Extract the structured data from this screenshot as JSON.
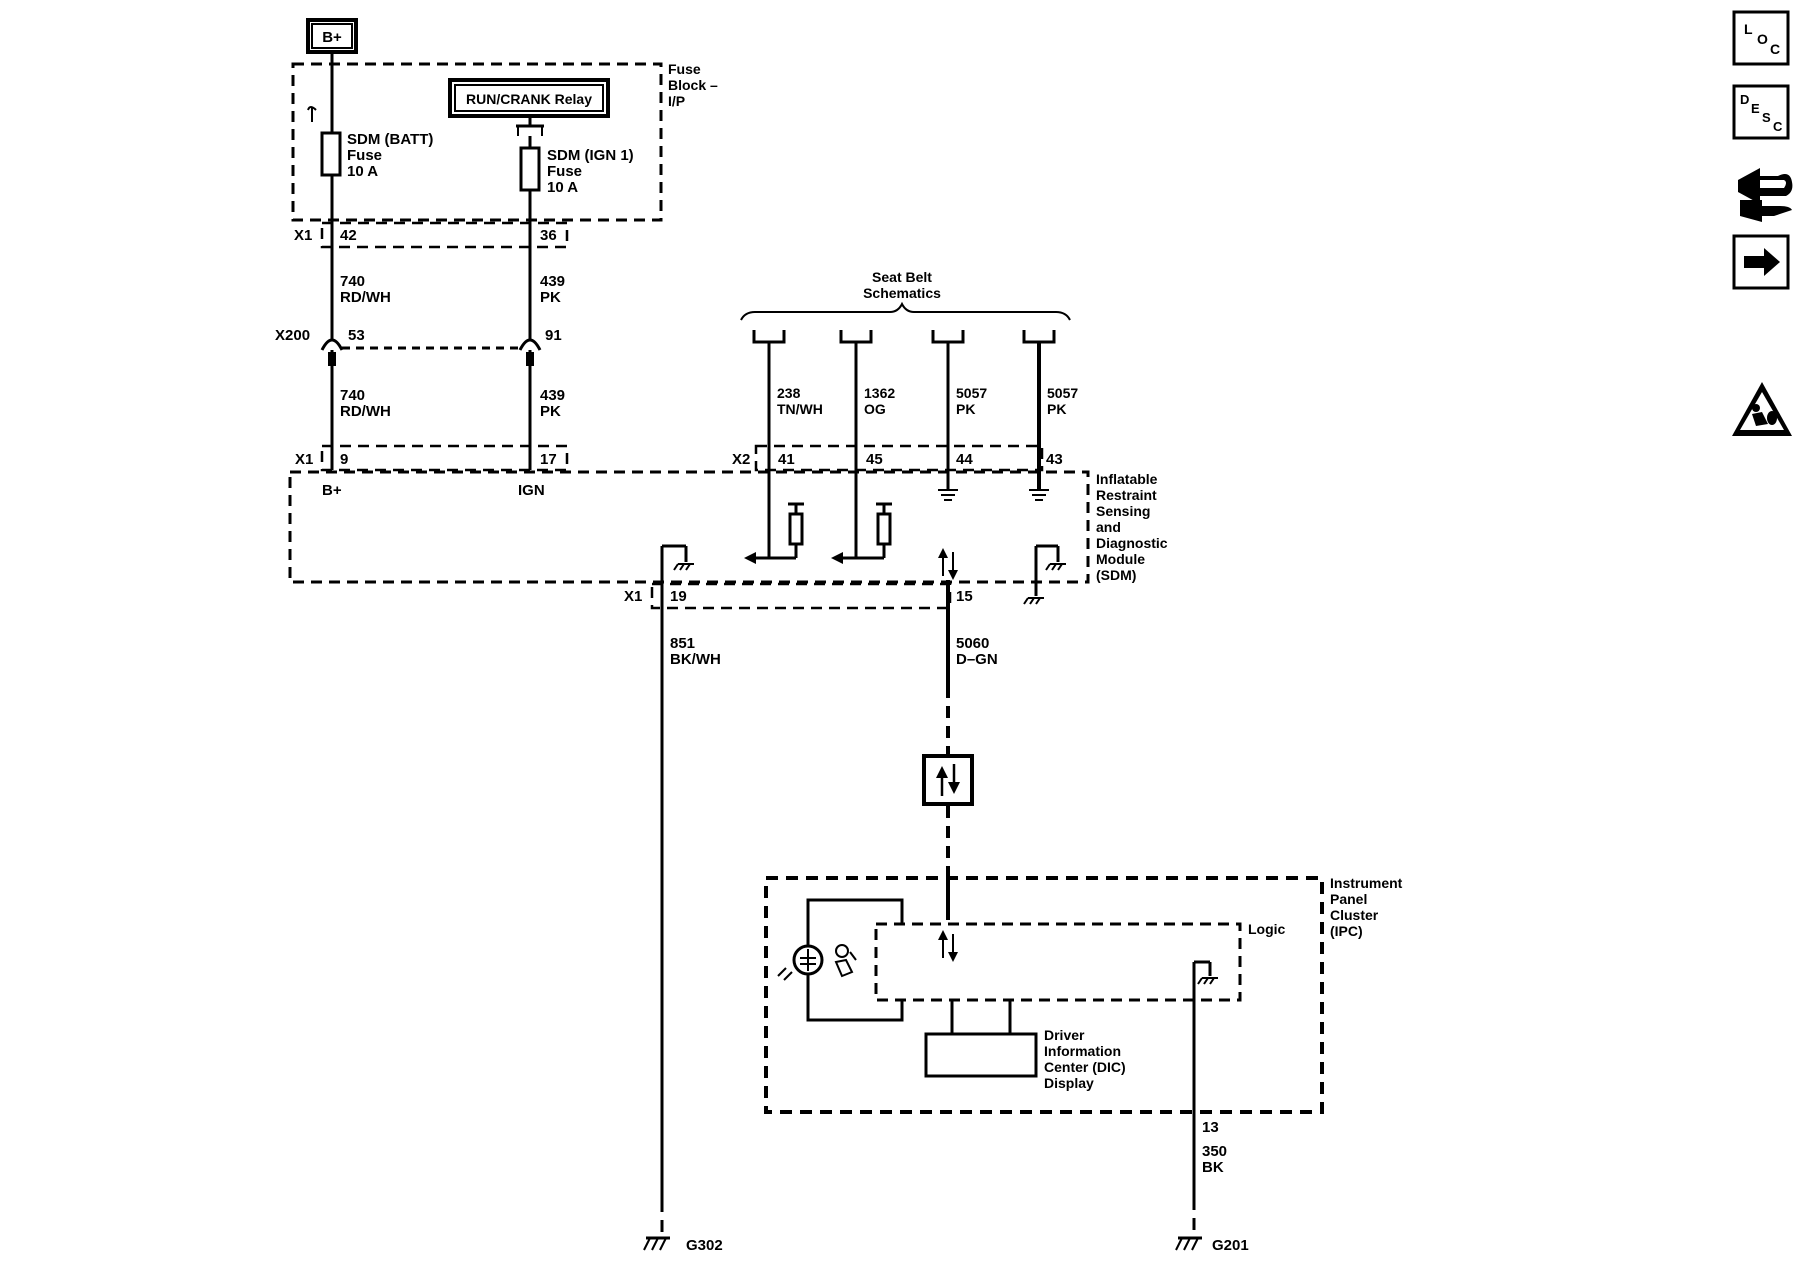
{
  "power": {
    "battery_label": "B+"
  },
  "fuse_block": {
    "title_lines": [
      "Fuse",
      "Block –",
      "I/P"
    ],
    "relay_label": "RUN/CRANK Relay",
    "fuse_batt_lines": [
      "SDM (BATT)",
      "Fuse",
      "10 A"
    ],
    "fuse_ign_lines": [
      "SDM (IGN 1)",
      "Fuse",
      "10 A"
    ]
  },
  "connectors": {
    "x1_top": {
      "name": "X1",
      "pin_batt": "42",
      "pin_ign": "36"
    },
    "x200": {
      "name": "X200",
      "pin_batt": "53",
      "pin_ign": "91"
    },
    "x1_sdm": {
      "name": "X1",
      "pin_batt": "9",
      "pin_ign": "17"
    },
    "x2_sdm": {
      "name": "X2",
      "pins": [
        "41",
        "45",
        "44",
        "43"
      ]
    },
    "x1_bottom": {
      "name": "X1",
      "pin_ground": "19",
      "pin_data": "15"
    },
    "ipc_ground_pin": "13"
  },
  "wires": {
    "batt_upper": {
      "circuit": "740",
      "color": "RD/WH"
    },
    "ign_upper": {
      "circuit": "439",
      "color": "PK"
    },
    "batt_lower": {
      "circuit": "740",
      "color": "RD/WH"
    },
    "ign_lower": {
      "circuit": "439",
      "color": "PK"
    },
    "seat_belt": [
      {
        "circuit": "238",
        "color": "TN/WH"
      },
      {
        "circuit": "1362",
        "color": "OG"
      },
      {
        "circuit": "5057",
        "color": "PK"
      },
      {
        "circuit": "5057",
        "color": "PK"
      }
    ],
    "sdm_ground": {
      "circuit": "851",
      "color": "BK/WH"
    },
    "serial_data": {
      "circuit": "5060",
      "color": "D–GN"
    },
    "ipc_ground": {
      "circuit": "350",
      "color": "BK"
    }
  },
  "seat_belt": {
    "title_lines": [
      "Seat Belt",
      "Schematics"
    ]
  },
  "sdm": {
    "title_lines": [
      "Inflatable",
      "Restraint",
      "Sensing",
      "and",
      "Diagnostic",
      "Module",
      "(SDM)"
    ],
    "pin_label_batt": "B+",
    "pin_label_ign": "IGN"
  },
  "ipc": {
    "title_lines": [
      "Instrument",
      "Panel",
      "Cluster",
      "(IPC)"
    ],
    "logic_label": "Logic",
    "dic_lines": [
      "Driver",
      "Information",
      "Center (DIC)",
      "Display"
    ]
  },
  "grounds": {
    "g302": "G302",
    "g201": "G201"
  },
  "nav": {
    "loc": [
      "L",
      "O",
      "C"
    ],
    "desc": [
      "D",
      "E",
      "S",
      "C"
    ],
    "icons": [
      "connector-info-icon",
      "next-arrow-icon",
      "airbag-warning-icon"
    ]
  }
}
